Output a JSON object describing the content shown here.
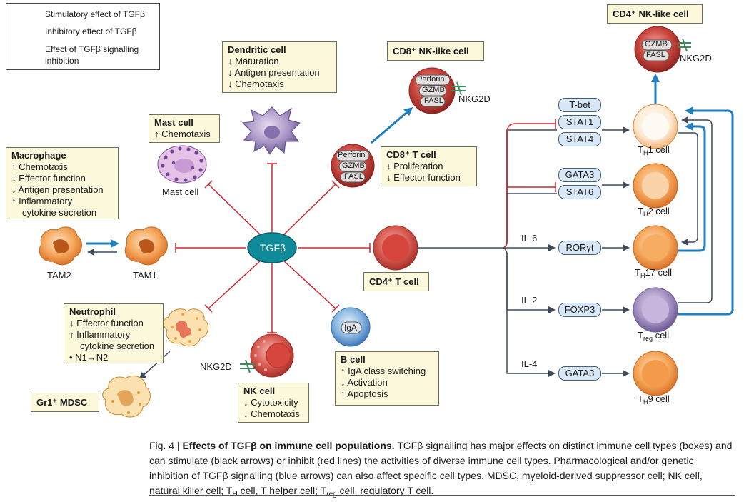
{
  "legend": {
    "stimulatory": "Stimulatory effect of TGFβ",
    "inhibitory": "Inhibitory effect of TGFβ",
    "blockade_l1": "Effect of TGFβ signalling",
    "blockade_l2": "inhibition"
  },
  "center": {
    "label": "TGFβ"
  },
  "dendritic": {
    "title": "Dendritic cell",
    "e1": "↓ Maturation",
    "e2": "↓ Antigen presentation",
    "e3": "↓ Chemotaxis"
  },
  "mast": {
    "title": "Mast cell",
    "e1": "↑ Chemotaxis",
    "cell_label": "Mast cell"
  },
  "macrophage": {
    "title": "Macrophage",
    "e1": "↑ Chemotaxis",
    "e2": "↓ Effector function",
    "e3": "↓ Antigen presentation",
    "e4": "↑ Inflammatory",
    "e5": "cytokine secretion"
  },
  "tam": {
    "tam2": "TAM2",
    "tam1": "TAM1"
  },
  "neutrophil": {
    "title": "Neutrophil",
    "e1": "↓ Effector function",
    "e2": "↑ Inflammatory",
    "e3": "cytokine secretion",
    "e4": "• N1→N2"
  },
  "mdsc": {
    "title": "Gr1⁺ MDSC"
  },
  "nk": {
    "title": "NK cell",
    "e1": "↓ Cytotoxicity",
    "e2": "↓ Chemotaxis",
    "receptor": "NKG2D"
  },
  "bcell": {
    "title": "B cell",
    "e1": "↑ IgA class switching",
    "e2": "↓ Activation",
    "e3": "↑ Apoptosis",
    "iga": "IgA"
  },
  "cd8": {
    "title": "CD8⁺ T cell",
    "e1": "↓ Proliferation",
    "e2": "↓ Effector function",
    "perforin": "Perforin",
    "gzmb": "GZMB",
    "fasl": "FASL"
  },
  "cd8nk": {
    "title": "CD8⁺ NK-like cell",
    "perforin": "Perforin",
    "gzmb": "GZMB",
    "fasl": "FASL",
    "receptor": "NKG2D"
  },
  "cd4": {
    "title": "CD4⁺ T cell"
  },
  "cd4nk": {
    "title": "CD4⁺ NK-like cell",
    "gzmb": "GZMB",
    "fasl": "FASL",
    "receptor": "NKG2D"
  },
  "tfs": {
    "tbet": "T-bet",
    "stat1": "STAT1",
    "stat4": "STAT4",
    "gata3a": "GATA3",
    "stat6": "STAT6",
    "ror": "RORγt",
    "foxp3": "FOXP3",
    "gata3b": "GATA3"
  },
  "cytokines": {
    "il6": "IL-6",
    "il2": "IL-2",
    "il4": "IL-4"
  },
  "subsets": {
    "th1": {
      "pre": "T",
      "sub": "H",
      "post": "1 cell"
    },
    "th2": {
      "pre": "T",
      "sub": "H",
      "post": "2 cell"
    },
    "th17": {
      "pre": "T",
      "sub": "H",
      "post": "17 cell"
    },
    "treg": {
      "pre": "T",
      "sub": "reg",
      "post": " cell"
    },
    "th9": {
      "pre": "T",
      "sub": "H",
      "post": "9 cell"
    }
  },
  "caption": {
    "fig": "Fig. 4 | ",
    "heading": "Effects of TGFβ on immune cell populations.",
    "text1": " TGFβ signalling has major effects on distinct immune cell types (boxes) and can stimulate (black arrows) or inhibit (red lines) the activities of diverse immune cell types. Pharmacological and/or genetic inhibition of TGFβ signalling (blue arrows) can also affect specific cell types. MDSC, myeloid-derived suppressor cell; NK cell, natural killer cell; T",
    "th_sub": "H",
    "text2": " cell, T helper cell; T",
    "reg_sub": "reg",
    "text3": " cell, regulatory T cell."
  }
}
